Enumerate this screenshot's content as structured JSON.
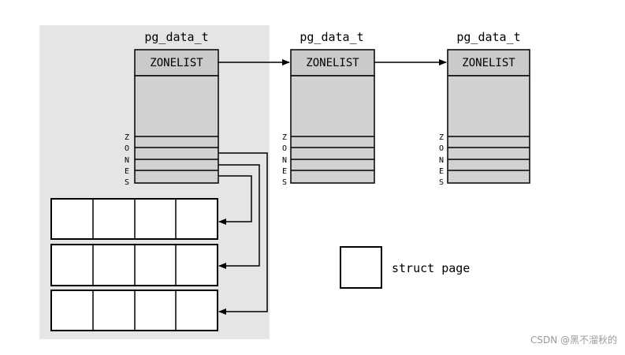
{
  "nodes": [
    {
      "title": "pg_data_t",
      "zonelist_label": "ZONELIST",
      "zone_letters": [
        "Z",
        "O",
        "N",
        "E",
        "S"
      ]
    },
    {
      "title": "pg_data_t",
      "zonelist_label": "ZONELIST",
      "zone_letters": [
        "Z",
        "O",
        "N",
        "E",
        "S"
      ]
    },
    {
      "title": "pg_data_t",
      "zonelist_label": "ZONELIST",
      "zone_letters": [
        "Z",
        "O",
        "N",
        "E",
        "S"
      ]
    }
  ],
  "legend": {
    "label": "struct page"
  },
  "watermark": "CSDN @黑不溜秋的",
  "colors": {
    "highlight": "#e6e5e3",
    "zonelist_fill": "#c9cacb",
    "body_fill": "#cfd1d3",
    "stroke": "#000000"
  }
}
